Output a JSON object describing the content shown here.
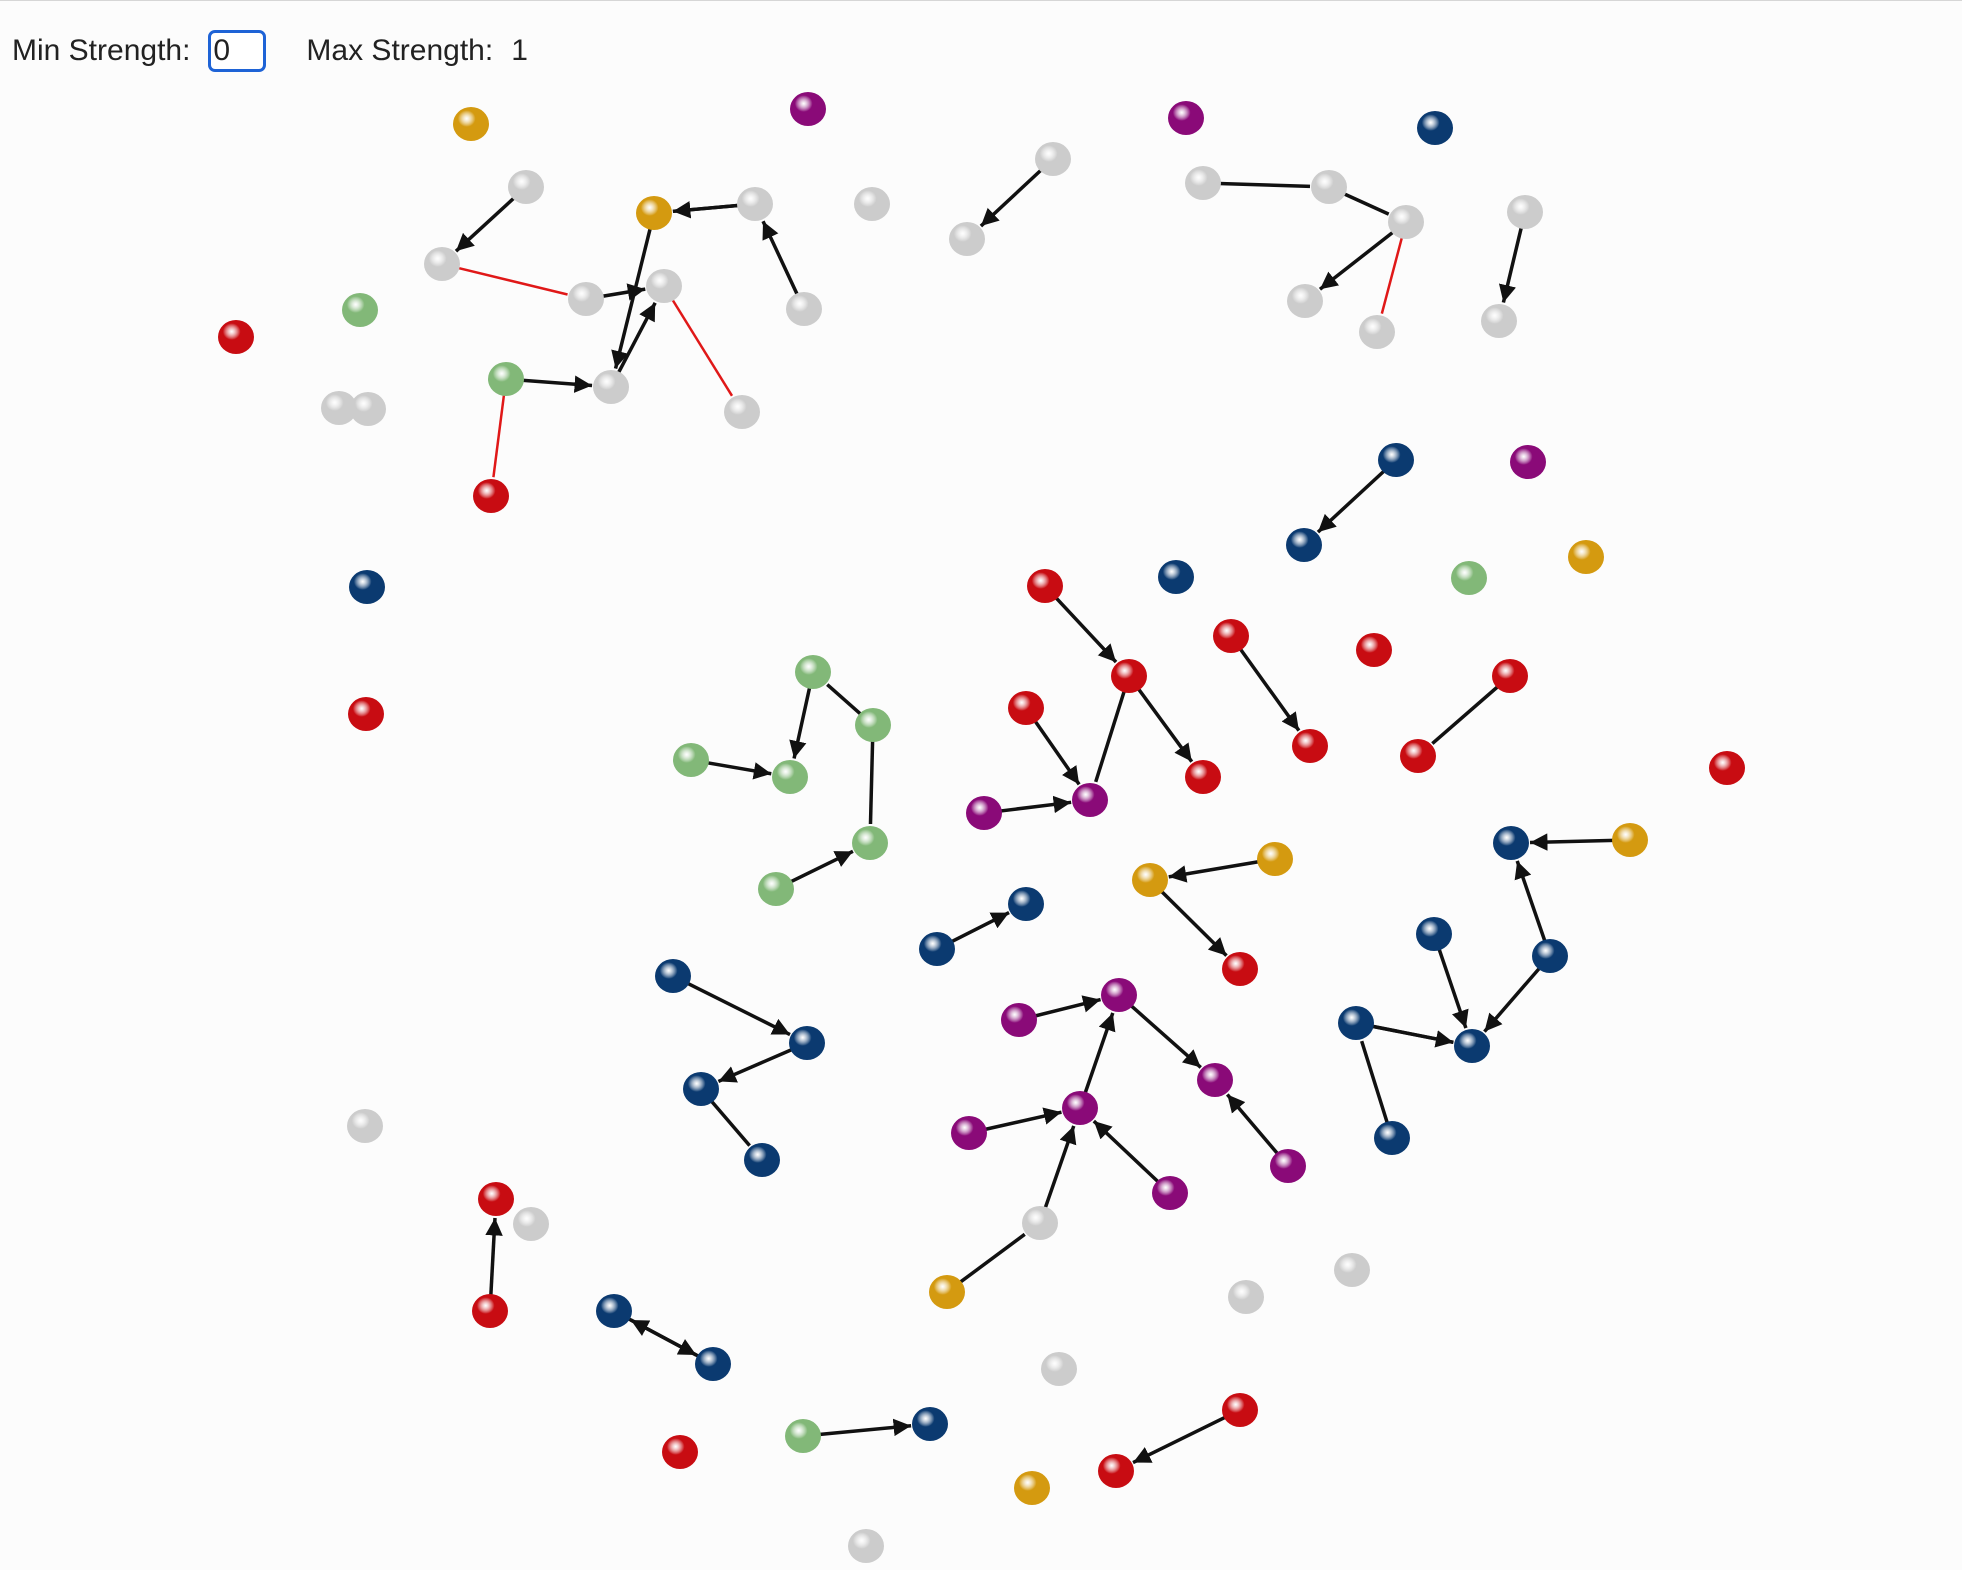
{
  "controls": {
    "min_label": "Min Strength:",
    "min_value": "0",
    "max_label": "Max Strength:",
    "max_value": "1"
  },
  "colors": {
    "gray": "#cccccc",
    "orange": "#d49a10",
    "purple": "#8a0a78",
    "navy": "#0b3a70",
    "green": "#82b878",
    "red": "#c80c12",
    "edge_black": "#111111",
    "edge_red": "#e01818"
  },
  "graph": {
    "node_color_names": [
      "gray",
      "orange",
      "purple",
      "navy",
      "green",
      "red"
    ],
    "nodes": [
      {
        "id": "n1",
        "color": "orange"
      },
      {
        "id": "n2",
        "color": "purple"
      },
      {
        "id": "n3",
        "color": "purple"
      },
      {
        "id": "n4",
        "color": "navy"
      },
      {
        "id": "n5",
        "color": "gray"
      },
      {
        "id": "n6",
        "color": "gray"
      },
      {
        "id": "n7",
        "color": "gray"
      },
      {
        "id": "n8",
        "color": "orange"
      },
      {
        "id": "n9",
        "color": "gray"
      },
      {
        "id": "n10",
        "color": "gray"
      },
      {
        "id": "n11",
        "color": "gray"
      },
      {
        "id": "n12",
        "color": "gray"
      },
      {
        "id": "n13",
        "color": "gray"
      },
      {
        "id": "n14",
        "color": "gray"
      },
      {
        "id": "n15",
        "color": "gray"
      },
      {
        "id": "n16",
        "color": "gray"
      },
      {
        "id": "n17",
        "color": "gray"
      },
      {
        "id": "n18",
        "color": "gray"
      },
      {
        "id": "n19",
        "color": "green"
      },
      {
        "id": "n20",
        "color": "red"
      },
      {
        "id": "n21",
        "color": "gray"
      },
      {
        "id": "n22",
        "color": "gray"
      },
      {
        "id": "n23",
        "color": "gray"
      },
      {
        "id": "n24",
        "color": "gray"
      },
      {
        "id": "n25",
        "color": "gray"
      },
      {
        "id": "n26",
        "color": "green"
      },
      {
        "id": "n27",
        "color": "gray"
      },
      {
        "id": "n28",
        "color": "gray"
      },
      {
        "id": "n29",
        "color": "red"
      },
      {
        "id": "n30",
        "color": "navy"
      },
      {
        "id": "n31",
        "color": "purple"
      },
      {
        "id": "n32",
        "color": "navy"
      },
      {
        "id": "n33",
        "color": "navy"
      },
      {
        "id": "n34",
        "color": "green"
      },
      {
        "id": "n35",
        "color": "orange"
      },
      {
        "id": "n36",
        "color": "red"
      },
      {
        "id": "n37",
        "color": "red"
      },
      {
        "id": "n38",
        "color": "red"
      },
      {
        "id": "n39",
        "color": "red"
      },
      {
        "id": "n40",
        "color": "red"
      },
      {
        "id": "n41",
        "color": "red"
      },
      {
        "id": "n42",
        "color": "red"
      },
      {
        "id": "n43",
        "color": "red"
      },
      {
        "id": "n44",
        "color": "red"
      },
      {
        "id": "n45",
        "color": "red"
      },
      {
        "id": "n46",
        "color": "purple"
      },
      {
        "id": "n47",
        "color": "purple"
      },
      {
        "id": "n48",
        "color": "green"
      },
      {
        "id": "n49",
        "color": "green"
      },
      {
        "id": "n50",
        "color": "green"
      },
      {
        "id": "n51",
        "color": "green"
      },
      {
        "id": "n52",
        "color": "green"
      },
      {
        "id": "n53",
        "color": "green"
      },
      {
        "id": "n54",
        "color": "navy"
      },
      {
        "id": "n55",
        "color": "orange"
      },
      {
        "id": "n56",
        "color": "orange"
      },
      {
        "id": "n57",
        "color": "red"
      },
      {
        "id": "n58",
        "color": "navy"
      },
      {
        "id": "n59",
        "color": "navy"
      },
      {
        "id": "n60",
        "color": "navy"
      },
      {
        "id": "n61",
        "color": "orange"
      },
      {
        "id": "n62",
        "color": "navy"
      },
      {
        "id": "n63",
        "color": "navy"
      },
      {
        "id": "n64",
        "color": "navy"
      },
      {
        "id": "n65",
        "color": "navy"
      },
      {
        "id": "n66",
        "color": "navy"
      },
      {
        "id": "n67",
        "color": "orange"
      },
      {
        "id": "n68",
        "color": "navy"
      },
      {
        "id": "n69",
        "color": "navy"
      },
      {
        "id": "n70",
        "color": "navy"
      },
      {
        "id": "n71",
        "color": "navy"
      },
      {
        "id": "n72",
        "color": "purple"
      },
      {
        "id": "n73",
        "color": "purple"
      },
      {
        "id": "n74",
        "color": "purple"
      },
      {
        "id": "n75",
        "color": "purple"
      },
      {
        "id": "n76",
        "color": "purple"
      },
      {
        "id": "n77",
        "color": "purple"
      },
      {
        "id": "n78",
        "color": "purple"
      },
      {
        "id": "n79",
        "color": "gray"
      },
      {
        "id": "n80",
        "color": "orange"
      },
      {
        "id": "n81",
        "color": "red"
      },
      {
        "id": "n82",
        "color": "gray"
      },
      {
        "id": "n83",
        "color": "red"
      },
      {
        "id": "n84",
        "color": "gray"
      },
      {
        "id": "n85",
        "color": "red"
      },
      {
        "id": "n86",
        "color": "navy"
      },
      {
        "id": "n87",
        "color": "navy"
      },
      {
        "id": "n88",
        "color": "gray"
      },
      {
        "id": "n89",
        "color": "gray"
      },
      {
        "id": "n90",
        "color": "gray"
      },
      {
        "id": "n91",
        "color": "red"
      },
      {
        "id": "n92",
        "color": "green"
      },
      {
        "id": "n93",
        "color": "navy"
      },
      {
        "id": "n94",
        "color": "orange"
      },
      {
        "id": "n95",
        "color": "red"
      },
      {
        "id": "n96",
        "color": "red"
      },
      {
        "id": "n97",
        "color": "gray"
      }
    ],
    "edges": [
      {
        "from": "n6",
        "to": "n7",
        "color": "edge_black",
        "arrow": true
      },
      {
        "from": "n7",
        "to": "n10",
        "color": "edge_red",
        "arrow": false
      },
      {
        "from": "n10",
        "to": "n11",
        "color": "edge_black",
        "arrow": true
      },
      {
        "from": "n9",
        "to": "n8x",
        "color": "edge_black",
        "arrow": false
      },
      {
        "from": "n9",
        "to": "n8",
        "color": "edge_black",
        "arrow": true
      },
      {
        "from": "n8",
        "to": "n13",
        "color": "edge_black",
        "arrow": true
      },
      {
        "from": "n12",
        "to": "n9",
        "color": "edge_black",
        "arrow": true
      },
      {
        "from": "n13",
        "to": "n11",
        "color": "edge_black",
        "arrow": true
      },
      {
        "from": "n11",
        "to": "n27",
        "color": "edge_red",
        "arrow": false
      },
      {
        "from": "n26",
        "to": "n13",
        "color": "edge_black",
        "arrow": true
      },
      {
        "from": "n26",
        "to": "n29",
        "color": "edge_red",
        "arrow": false
      },
      {
        "from": "n14",
        "to": "n15",
        "color": "edge_black",
        "arrow": true
      },
      {
        "from": "n16",
        "to": "n17",
        "color": "edge_black",
        "arrow": false
      },
      {
        "from": "n17",
        "to": "n18",
        "color": "edge_black",
        "arrow": false
      },
      {
        "from": "n18",
        "to": "n22",
        "color": "edge_black",
        "arrow": true
      },
      {
        "from": "n18",
        "to": "n23",
        "color": "edge_red",
        "arrow": false
      },
      {
        "from": "n21",
        "to": "n24",
        "color": "edge_black",
        "arrow": true
      },
      {
        "from": "n30",
        "to": "n32",
        "color": "edge_black",
        "arrow": true
      },
      {
        "from": "n37",
        "to": "n38",
        "color": "edge_black",
        "arrow": true
      },
      {
        "from": "n38",
        "to": "n41",
        "color": "edge_black",
        "arrow": true
      },
      {
        "from": "n38",
        "to": "n47",
        "color": "edge_black",
        "arrow": false
      },
      {
        "from": "n40",
        "to": "n47",
        "color": "edge_black",
        "arrow": true
      },
      {
        "from": "n46",
        "to": "n47",
        "color": "edge_black",
        "arrow": true
      },
      {
        "from": "n39",
        "to": "n42",
        "color": "edge_black",
        "arrow": true
      },
      {
        "from": "n43",
        "to": "n44",
        "color": "edge_black",
        "arrow": false
      },
      {
        "from": "n48",
        "to": "n51",
        "color": "edge_black",
        "arrow": true
      },
      {
        "from": "n49",
        "to": "n48",
        "color": "edge_black",
        "arrow": false
      },
      {
        "from": "n50",
        "to": "n51",
        "color": "edge_black",
        "arrow": true
      },
      {
        "from": "n49",
        "to": "n52",
        "color": "edge_black",
        "arrow": false
      },
      {
        "from": "n53",
        "to": "n52",
        "color": "edge_black",
        "arrow": true
      },
      {
        "from": "n60",
        "to": "n59",
        "color": "edge_black",
        "arrow": true
      },
      {
        "from": "n56",
        "to": "n55",
        "color": "edge_black",
        "arrow": true
      },
      {
        "from": "n55",
        "to": "n57",
        "color": "edge_black",
        "arrow": true
      },
      {
        "from": "n61",
        "to": "n58",
        "color": "edge_black",
        "arrow": true
      },
      {
        "from": "n62",
        "to": "n58",
        "color": "edge_black",
        "arrow": true
      },
      {
        "from": "n62",
        "to": "n68",
        "color": "edge_black",
        "arrow": true
      },
      {
        "from": "n66",
        "to": "n68",
        "color": "edge_black",
        "arrow": true
      },
      {
        "from": "n67x",
        "to": "n68",
        "color": "edge_black",
        "arrow": false
      },
      {
        "from": "n69",
        "to": "n68",
        "color": "edge_black",
        "arrow": true
      },
      {
        "from": "n71",
        "to": "n69",
        "color": "edge_black",
        "arrow": false
      },
      {
        "from": "n63",
        "to": "n64",
        "color": "edge_black",
        "arrow": true
      },
      {
        "from": "n64",
        "to": "n65",
        "color": "edge_black",
        "arrow": true
      },
      {
        "from": "n65",
        "to": "n70",
        "color": "edge_black",
        "arrow": false
      },
      {
        "from": "n72",
        "to": "n73",
        "color": "edge_black",
        "arrow": true
      },
      {
        "from": "n73",
        "to": "n75",
        "color": "edge_black",
        "arrow": true
      },
      {
        "from": "n74",
        "to": "n76",
        "color": "edge_black",
        "arrow": true
      },
      {
        "from": "n76",
        "to": "n73",
        "color": "edge_black",
        "arrow": true
      },
      {
        "from": "n77",
        "to": "n76",
        "color": "edge_black",
        "arrow": true
      },
      {
        "from": "n78",
        "to": "n75",
        "color": "edge_black",
        "arrow": true
      },
      {
        "from": "n79",
        "to": "n76",
        "color": "edge_black",
        "arrow": true
      },
      {
        "from": "n80",
        "to": "n79",
        "color": "edge_black",
        "arrow": false
      },
      {
        "from": "n85",
        "to": "n83",
        "color": "edge_black",
        "arrow": true
      },
      {
        "from": "n86",
        "to": "n87",
        "color": "edge_black",
        "arrow": true
      },
      {
        "from": "n87",
        "to": "n86",
        "color": "edge_black",
        "arrow": true
      },
      {
        "from": "n92",
        "to": "n93",
        "color": "edge_black",
        "arrow": true
      },
      {
        "from": "n96",
        "to": "n95",
        "color": "edge_black",
        "arrow": true
      }
    ]
  }
}
